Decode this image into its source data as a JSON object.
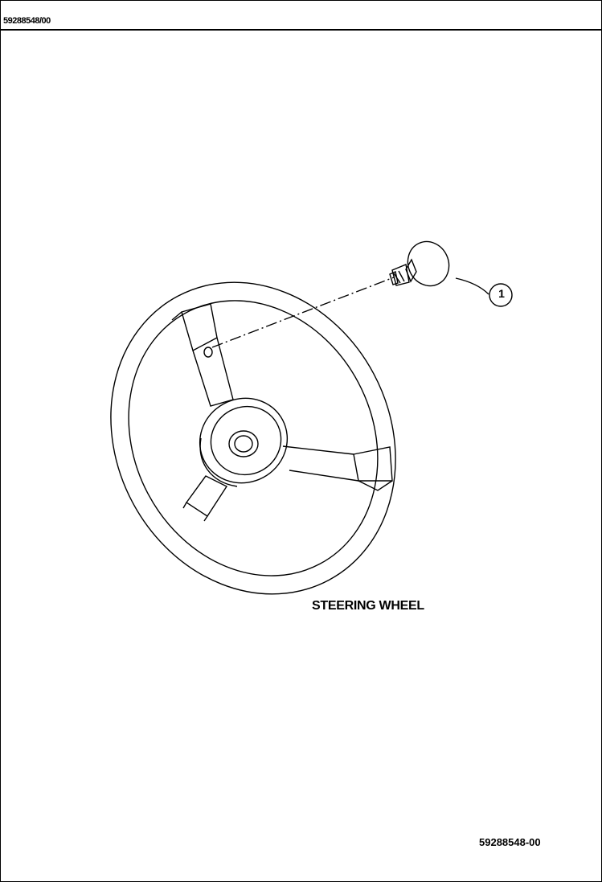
{
  "header": {
    "code": "59288548/00"
  },
  "drawing": {
    "caption": "STEERING WHEEL",
    "callouts": [
      {
        "number": "1"
      }
    ]
  },
  "footer": {
    "code": "59288548-00"
  }
}
